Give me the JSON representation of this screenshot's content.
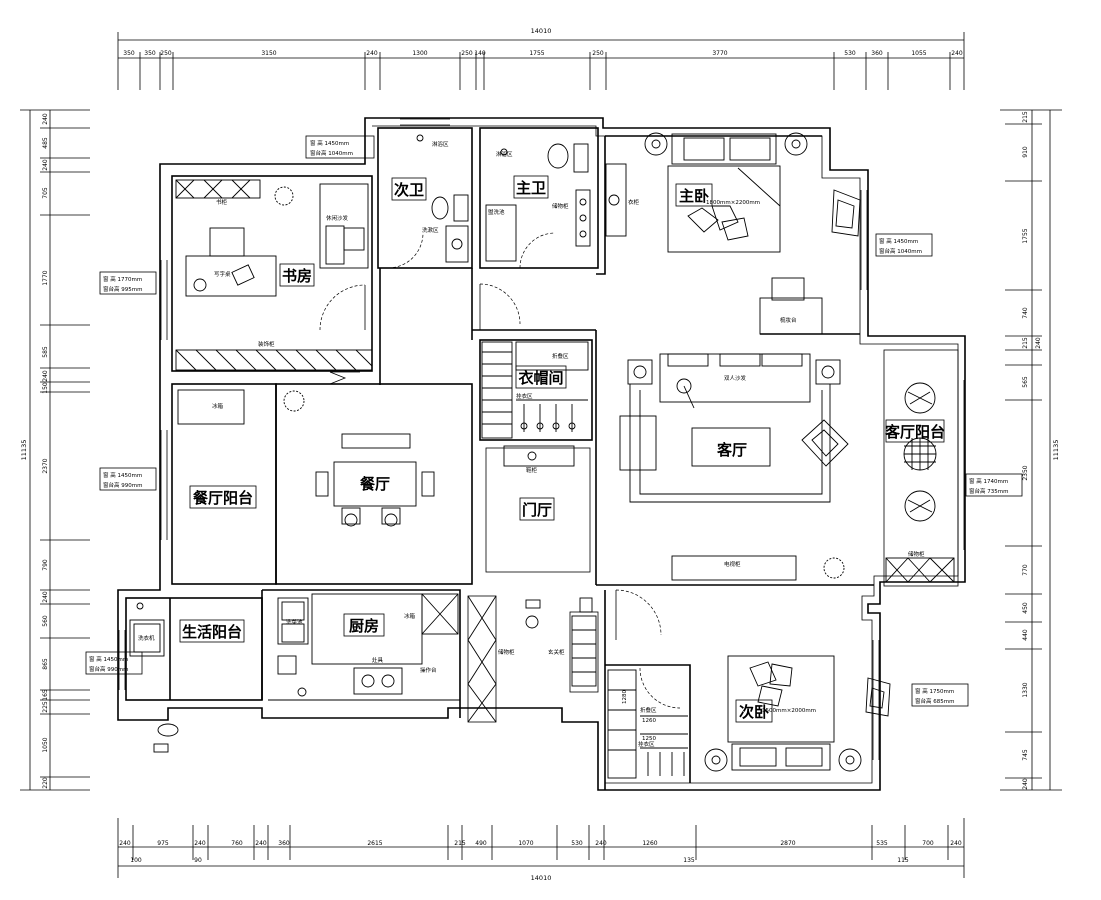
{
  "rooms": {
    "study": "书房",
    "second_bath": "次卫",
    "master_bath": "主卫",
    "master_bedroom": "主卧",
    "cloakroom": "衣帽间",
    "living": "客厅",
    "living_balcony": "客厅阳台",
    "dining": "餐厅",
    "dining_balcony": "餐厅阳台",
    "foyer": "门厅",
    "kitchen": "厨房",
    "utility_balcony": "生活阳台",
    "second_bedroom": "次卧"
  },
  "windows": [
    {
      "height": "窗 高 1450mm",
      "sill": "窗台高 1040mm"
    },
    {
      "height": "窗 高 1770mm",
      "sill": "窗台高 995mm"
    },
    {
      "height": "窗 高 1450mm",
      "sill": "窗台高 1040mm"
    },
    {
      "height": "窗 高 1450mm",
      "sill": "窗台高 990mm"
    },
    {
      "height": "窗 高 1740mm",
      "sill": "窗台高 735mm"
    },
    {
      "height": "窗 高 1450mm",
      "sill": "窗台高 990mm"
    },
    {
      "height": "窗 高 1750mm",
      "sill": "窗台高 685mm"
    }
  ],
  "dims": {
    "top_total": "14010",
    "top": [
      "350",
      "350",
      "250",
      "3150",
      "240",
      "1300",
      "250",
      "140",
      "1755",
      "250",
      "3770",
      "530",
      "360",
      "1055",
      "240"
    ],
    "bottom_total": "14010",
    "bottom": [
      "240",
      "975",
      "240",
      "760",
      "240",
      "360",
      "2615",
      "215",
      "490",
      "1070",
      "530",
      "240",
      "1260",
      "2870",
      "535",
      "700",
      "240"
    ],
    "bottom_sub": [
      "100",
      "90",
      "135",
      "115"
    ],
    "left_total": "11135",
    "left": [
      "240",
      "485",
      "240",
      "705",
      "1770",
      "585",
      "240",
      "150",
      "2370",
      "790",
      "240",
      "560",
      "865",
      "165",
      "225",
      "1050",
      "220"
    ],
    "right_total": "11135",
    "right": [
      "215",
      "910",
      "1755",
      "740",
      "215",
      "240",
      "565",
      "2350",
      "770",
      "450",
      "440",
      "1330",
      "745",
      "240"
    ]
  },
  "labels": {
    "study_shelf": "书柜",
    "study_desk": "写字桌",
    "study_sofa": "休闲沙发",
    "study_cabinet": "装饰柜",
    "bath2_shower": "淋浴区",
    "bath2_basin": "洗漱区",
    "mbath_shower": "淋浴区",
    "mbath_basin": "盥洗池",
    "mbath_cabinet": "储物柜",
    "master_bed": "1800mm×2200mm",
    "master_dresser": "梳妆台",
    "master_wardrobe": "衣柜",
    "cloak_fold": "折叠区",
    "cloak_hang": "挂衣区",
    "living_sofa": "双人沙发",
    "fridge": "冰箱",
    "shoe": "鞋柜",
    "tv": "电视柜",
    "lb_cabinet": "储物柜",
    "kitchen_sink": "洗菜池",
    "kitchen_fridge": "冰箱",
    "kitchen_stove": "灶具",
    "kitchen_counter": "操作台",
    "washer": "洗衣机",
    "storage": "储物柜",
    "shoe2": "玄关柜",
    "second_bed": "1500mm×2000mm",
    "wr_fold": "折叠区",
    "wr_hang": "挂衣区",
    "wr_1260": "1260",
    "wr_1250": "1250",
    "wr_1280": "1280"
  }
}
